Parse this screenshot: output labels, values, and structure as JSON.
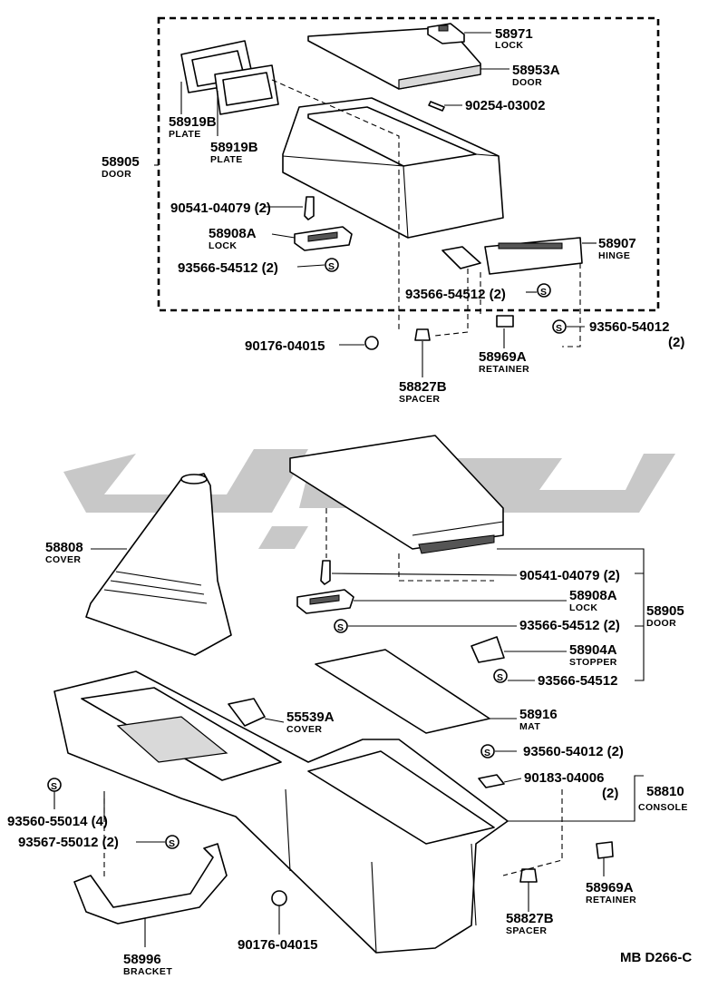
{
  "upper": {
    "lock_top": {
      "part": "58971",
      "name": "LOCK"
    },
    "door_top": {
      "part": "58953A",
      "name": "DOOR"
    },
    "pin": {
      "part": "90254-03002"
    },
    "plate_a": {
      "part": "58919B",
      "name": "PLATE"
    },
    "plate_b": {
      "part": "58919B",
      "name": "PLATE"
    },
    "door_assy": {
      "part": "58905",
      "name": "DOOR"
    },
    "screw_a": {
      "part": "90541-04079 (2)"
    },
    "lock_mid": {
      "part": "58908A",
      "name": "LOCK"
    },
    "screw_b": {
      "part": "93566-54512 (2)"
    },
    "hinge": {
      "part": "58907",
      "name": "HINGE"
    },
    "screw_c": {
      "part": "93566-54512 (2)"
    },
    "screw_d": {
      "part": "93560-54012",
      "qty": "(2)"
    },
    "clip": {
      "part": "90176-04015"
    },
    "retainer": {
      "part": "58969A",
      "name": "RETAINER"
    },
    "spacer": {
      "part": "58827B",
      "name": "SPACER"
    }
  },
  "lower": {
    "cover_boot": {
      "part": "58808",
      "name": "COVER"
    },
    "screw_e": {
      "part": "90541-04079 (2)"
    },
    "lock": {
      "part": "58908A",
      "name": "LOCK"
    },
    "screw_f": {
      "part": "93566-54512 (2)"
    },
    "door_assy": {
      "part": "58905",
      "name": "DOOR"
    },
    "stopper": {
      "part": "58904A",
      "name": "STOPPER"
    },
    "screw_g": {
      "part": "93566-54512"
    },
    "cover_small": {
      "part": "55539A",
      "name": "COVER"
    },
    "mat": {
      "part": "58916",
      "name": "MAT"
    },
    "screw_h": {
      "part": "93560-54012 (2)"
    },
    "nut": {
      "part": "90183-04006",
      "qty": "(2)"
    },
    "console": {
      "part": "58810",
      "name": "CONSOLE"
    },
    "screw_i": {
      "part": "93560-55014 (4)"
    },
    "screw_j": {
      "part": "93567-55012 (2)"
    },
    "clip": {
      "part": "90176-04015"
    },
    "bracket": {
      "part": "58996",
      "name": "BRACKET"
    },
    "retainer": {
      "part": "58969A",
      "name": "RETAINER"
    },
    "spacer": {
      "part": "58827B",
      "name": "SPACER"
    }
  },
  "symbol_s": "S",
  "diagram_code": "MB D266-C"
}
